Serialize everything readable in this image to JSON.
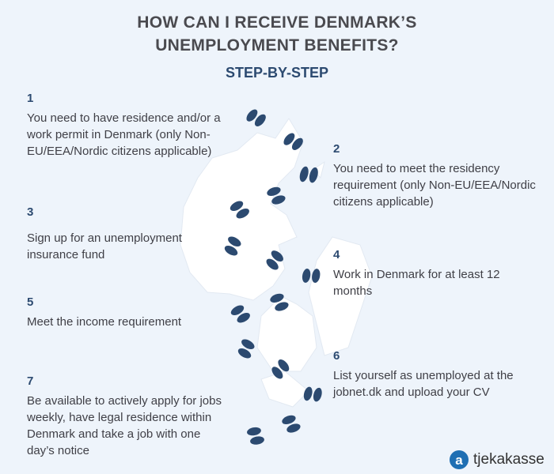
{
  "header": {
    "title_line1": "HOW CAN I RECEIVE DENMARK’S",
    "title_line2": "UNEMPLOYMENT BENEFITS?",
    "subtitle": "STEP-BY-STEP"
  },
  "steps": [
    {
      "number": "1",
      "text": "You need to have residence and/or a work permit in Denmark (only Non-EU/EEA/Nordic citizens applicable)"
    },
    {
      "number": "2",
      "text": "You need to meet the residency requirement (only Non-EU/EEA/Nordic citizens applicable)"
    },
    {
      "number": "3",
      "text": "Sign up for an unemployment insurance fund"
    },
    {
      "number": "4",
      "text": "Work in Denmark for at least 12 months"
    },
    {
      "number": "5",
      "text": "Meet the income requirement"
    },
    {
      "number": "6",
      "text": "List yourself as unemployed at the jobnet.dk and upload your CV"
    },
    {
      "number": "7",
      "text": "Be available to actively apply for jobs weekly, have legal residence within Denmark and take a job with one day’s notice"
    }
  ],
  "logo": {
    "mark": "a",
    "name": "tjekakasse"
  },
  "colors": {
    "background": "#eef4fb",
    "accent": "#2c4a70",
    "map": "#ffffff",
    "brand": "#1f6fb3"
  }
}
